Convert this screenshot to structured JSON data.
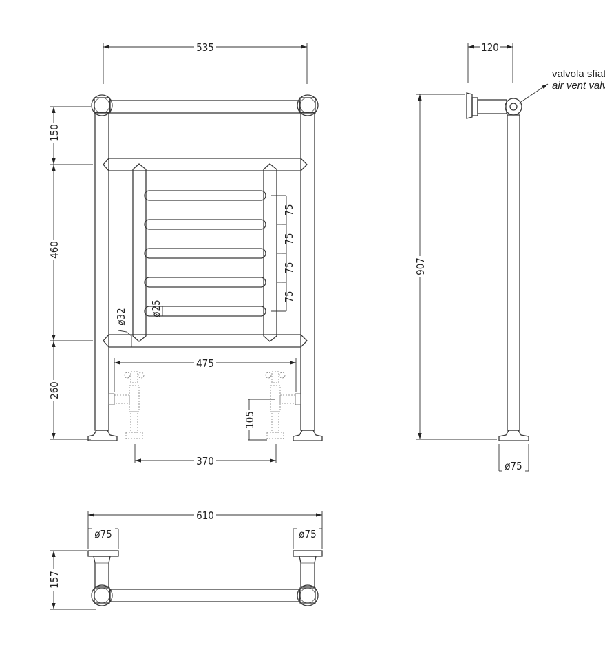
{
  "front_view": {
    "width_overall": "535",
    "height_top": "150",
    "height_middle": "460",
    "height_bottom": "260",
    "rail_spacing": [
      "75",
      "75",
      "75",
      "75"
    ],
    "post_diameter": "ø32",
    "rail_diameter": "ø25",
    "connection_centres": "475",
    "valve_centres": "370",
    "valve_height": "105"
  },
  "side_view": {
    "wall_projection": "120",
    "height_overall": "907",
    "foot_diameter": "ø75",
    "air_vent_label_it": "valvola sfiato",
    "air_vent_label_en": "air vent valve"
  },
  "plan_view": {
    "width_overall": "610",
    "left_foot_diameter": "ø75",
    "right_foot_diameter": "ø75",
    "depth": "157"
  }
}
